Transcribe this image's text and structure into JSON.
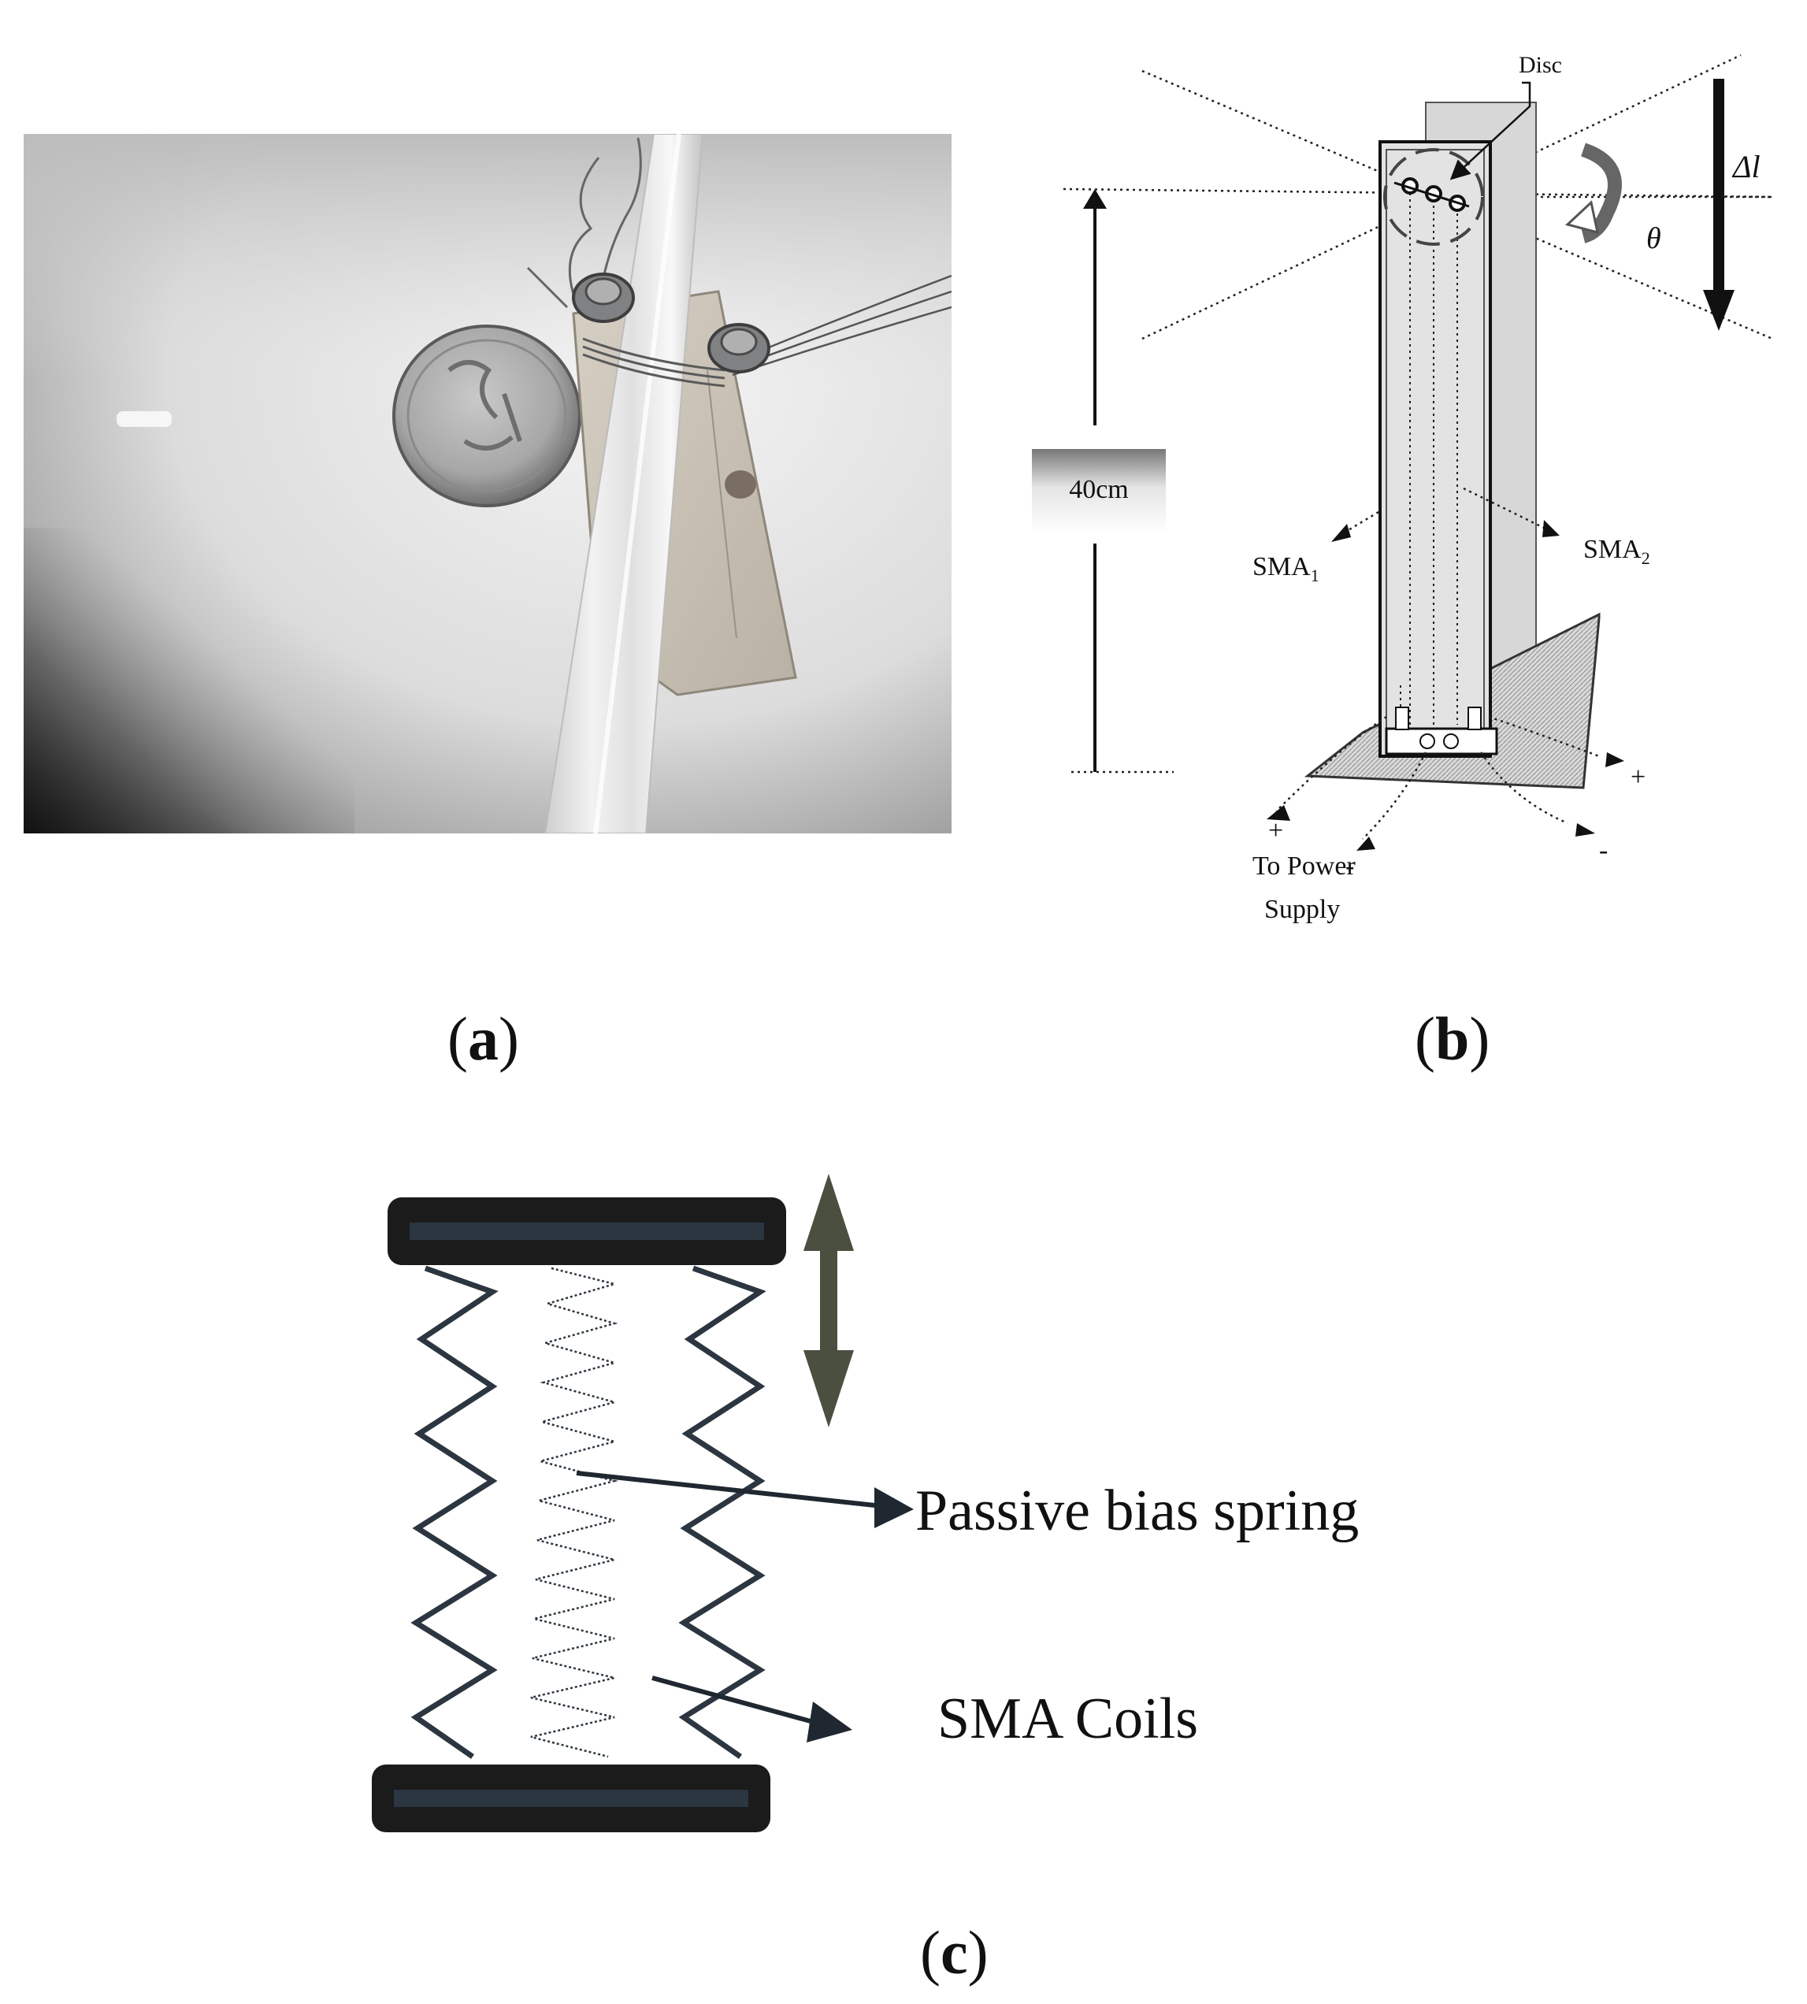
{
  "panel_a": {
    "caption_letter": "a"
  },
  "panel_b": {
    "label_disc": "Disc",
    "label_delta_l": "Δl",
    "label_theta": "θ",
    "label_height": "40cm",
    "label_sma1_main": "SMA",
    "label_sma1_sub": "1",
    "label_sma2_main": "SMA",
    "label_sma2_sub": "2",
    "label_plus_left": "+",
    "label_minus_left": "-",
    "label_plus_right": "+",
    "label_minus_right": "-",
    "label_power_line1": "To Power",
    "label_power_line2": "Supply",
    "caption_letter": "b"
  },
  "panel_c": {
    "label_bias_spring": "Passive bias spring",
    "label_sma_coils": "SMA Coils",
    "caption_letter": "c"
  },
  "colors": {
    "plate": "#1b1b1b",
    "plate_inner": "#2c3640",
    "spring": "#2c3640",
    "arrow_olive": "#4b4f3f"
  }
}
